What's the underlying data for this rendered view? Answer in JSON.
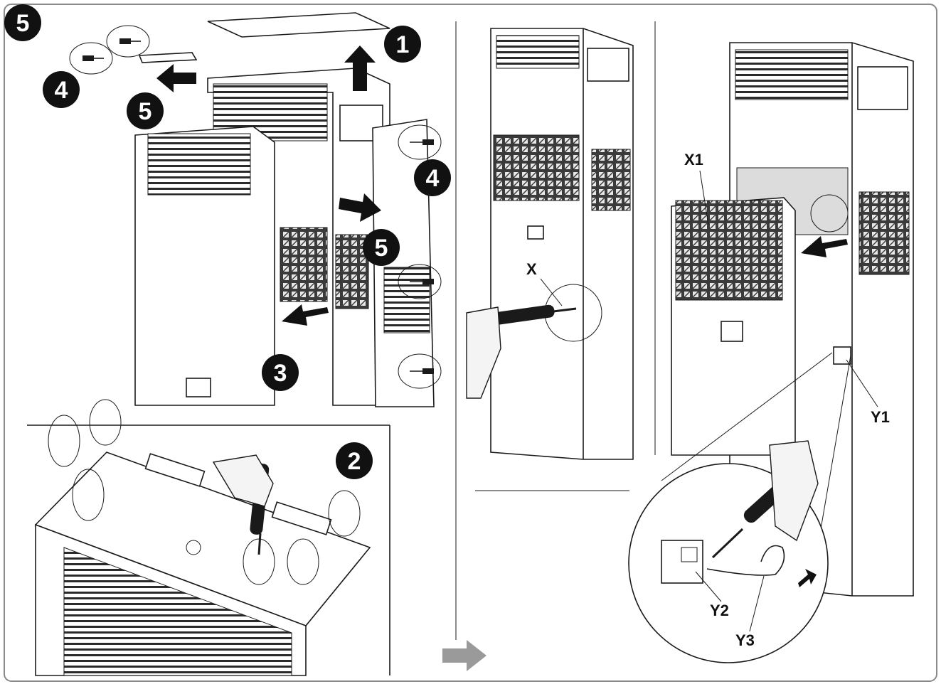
{
  "step": "5",
  "callouts": [
    "1",
    "2",
    "3",
    "4",
    "4",
    "5",
    "5"
  ],
  "labels": {
    "x": "X",
    "x1": "X1",
    "y1": "Y1",
    "y2": "Y2",
    "y3": "Y3"
  },
  "colors": {
    "ink": "#111111",
    "frame": "#8a8a8a",
    "next_arrow": "#9a9a9a"
  },
  "icons": [
    "screw-icon",
    "screwdriver-icon",
    "hand-icon",
    "arrow-icon"
  ]
}
